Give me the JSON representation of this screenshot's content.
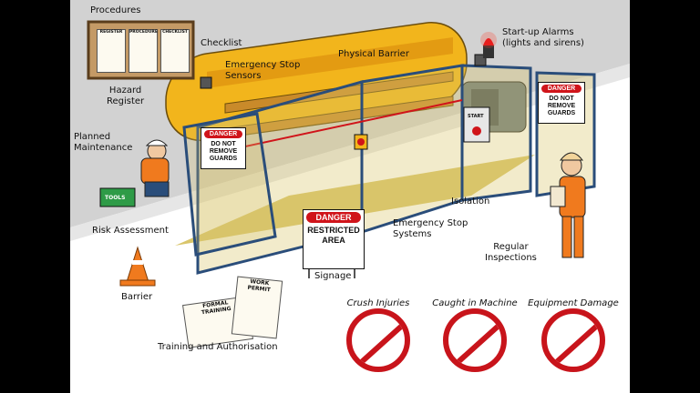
{
  "labels": {
    "procedures": "Procedures",
    "checklist": "Checklist",
    "hazard_register": "Hazard\nRegister",
    "emergency_stop_sensors": "Emergency Stop\nSensors",
    "physical_barrier": "Physical Barrier",
    "startup_alarms": "Start-up Alarms\n(lights and sirens)",
    "planned_maintenance": "Planned\nMaintenance",
    "risk_assessment": "Risk Assessment",
    "barrier": "Barrier",
    "training_authorisation": "Training and Authorisation",
    "signage": "Signage",
    "emergency_stop_systems": "Emergency Stop\nSystems",
    "isolation": "Isolation",
    "regular_inspections": "Regular\nInspections"
  },
  "board_docs": [
    "REGISTER",
    "PROCEDURE",
    "CHECKLIST"
  ],
  "signs": {
    "guard_left": {
      "header": "DANGER",
      "body": "DO NOT\nREMOVE\nGUARDS"
    },
    "guard_right": {
      "header": "DANGER",
      "body": "DO NOT\nREMOVE\nGUARDS"
    },
    "restricted": {
      "header": "DANGER",
      "body": "RESTRICTED\nAREA"
    }
  },
  "start_button": "START",
  "tools_box": "TOOLS",
  "training_docs": {
    "formal_training": "FORMAL\nTRAINING",
    "work_permit": "WORK\nPERMIT"
  },
  "hazards": [
    {
      "label": "Crush Injuries"
    },
    {
      "label": "Caught in Machine"
    },
    {
      "label": "Equipment Damage"
    }
  ],
  "colors": {
    "conveyor_yellow": "#f2b51c",
    "frame_blue": "#2a4d7a",
    "mesh_green": "#d9c56a",
    "danger_red": "#d0141a",
    "floor_grey": "#d4d4d4",
    "orange_hi_vis": "#f07a1e"
  }
}
